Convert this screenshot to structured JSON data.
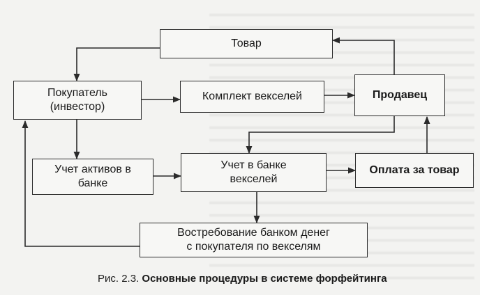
{
  "diagram": {
    "nodes": {
      "tovar": "Товар",
      "pokupatel": "Покупатель\n(инвестор)",
      "komplekt": "Комплект векселей",
      "prodavec": "Продавец",
      "uchet_aktivov": "Учет активов в\nбанке",
      "uchet_vekseley": "Учет в банке\nвекселей",
      "oplata": "Оплата за товар",
      "vostrebovanie": "Востребование банком денег\nс покупателя по векселям"
    }
  },
  "caption": {
    "fig_label": "Рис. 2.3.",
    "title": "Основные процедуры в системе форфейтинга"
  },
  "colors": {
    "line": "#2b2b2b",
    "box_bg": "#f7f7f5",
    "page_bg": "#f3f3f1"
  }
}
